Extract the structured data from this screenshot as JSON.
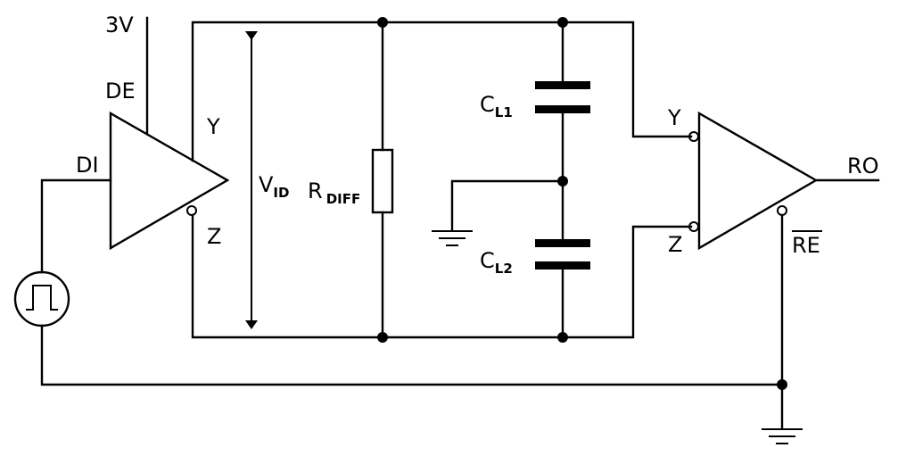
{
  "labels": {
    "supply": "3V",
    "driver_enable": "DE",
    "driver_input": "DI",
    "driver_out_y": "Y",
    "driver_out_z": "Z",
    "vid_main": "V",
    "vid_sub": "ID",
    "rdiff_main": "R",
    "rdiff_sub": "DIFF",
    "cl1_main": "C",
    "cl1_sub": "L1",
    "cl2_main": "C",
    "cl2_sub": "L2",
    "receiver_in_y": "Y",
    "receiver_in_z": "Z",
    "receiver_output": "RO",
    "receiver_enable": "RE"
  },
  "colors": {
    "line": "#000000",
    "background": "#ffffff"
  }
}
